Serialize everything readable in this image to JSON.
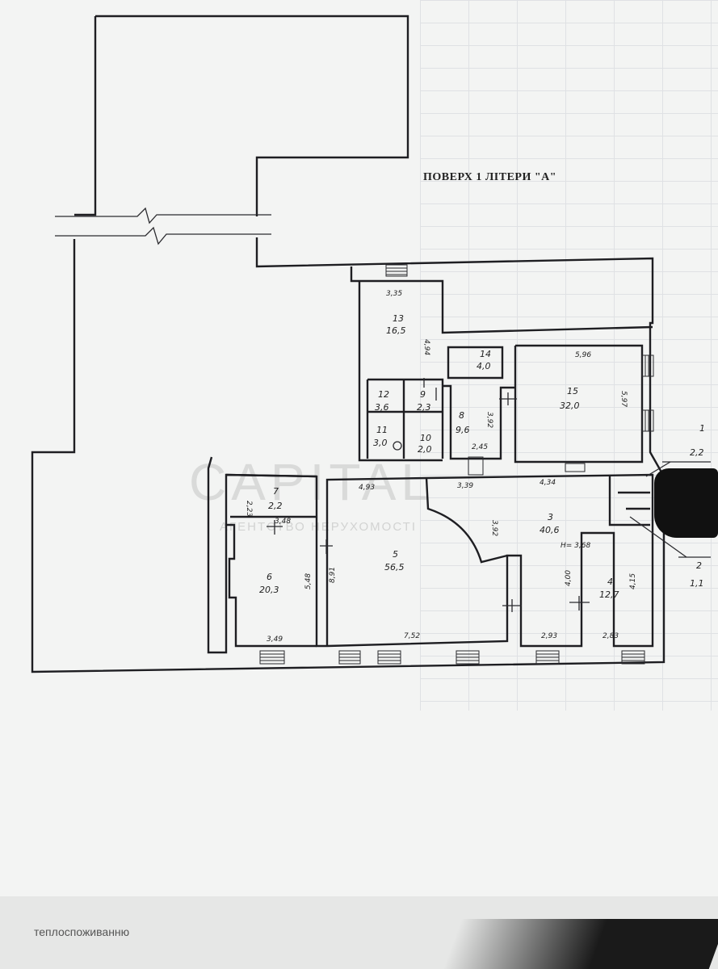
{
  "title": "ПОВЕРХ   1 ЛІТЕРИ \"А\"",
  "watermark": {
    "name": "CAPITAL",
    "subtitle": "АГЕНТСТВО НЕРУХОМОСТІ"
  },
  "footer_text": "теплоспоживанню",
  "rooms": {
    "r1": {
      "id": "1",
      "area": "2,2"
    },
    "r2": {
      "id": "2",
      "area": "1,1"
    },
    "r3": {
      "id": "3",
      "area": "40,6",
      "height": "H= 3,68"
    },
    "r4": {
      "id": "4",
      "area": "12,7"
    },
    "r5": {
      "id": "5",
      "area": "56,5"
    },
    "r6": {
      "id": "6",
      "area": "20,3"
    },
    "r7": {
      "id": "7",
      "area": "2,2"
    },
    "r8": {
      "id": "8",
      "area": "9,6"
    },
    "r9": {
      "id": "9",
      "area": "2,3"
    },
    "r10": {
      "id": "10",
      "area": "2,0"
    },
    "r11": {
      "id": "11",
      "area": "3,0"
    },
    "r12": {
      "id": "12",
      "area": "3,6"
    },
    "r13": {
      "id": "13",
      "area": "16,5"
    },
    "r14": {
      "id": "14",
      "area": "4,0"
    },
    "r15": {
      "id": "15",
      "area": "32,0"
    }
  },
  "dims": {
    "r13_top": "3,35",
    "r13_side": "4,94",
    "r15_top": "5,96",
    "r15_side": "5,97",
    "r8_bottom": "2,45",
    "r8_side": "3,92",
    "r5_top": "4,93",
    "r3_top1": "3,39",
    "r3_top2": "4,34",
    "r7_side": "2,23",
    "r7_bottom": "3,48",
    "r6_side": "5,48",
    "r6_bottom": "3,49",
    "r5_side": "8,91",
    "r5_bottom": "7,52",
    "r3_diag": "3,92",
    "r4_left": "4,00",
    "r4_right": "4,15",
    "r3_bottom": "2,93",
    "r4_bottom": "2,83"
  }
}
